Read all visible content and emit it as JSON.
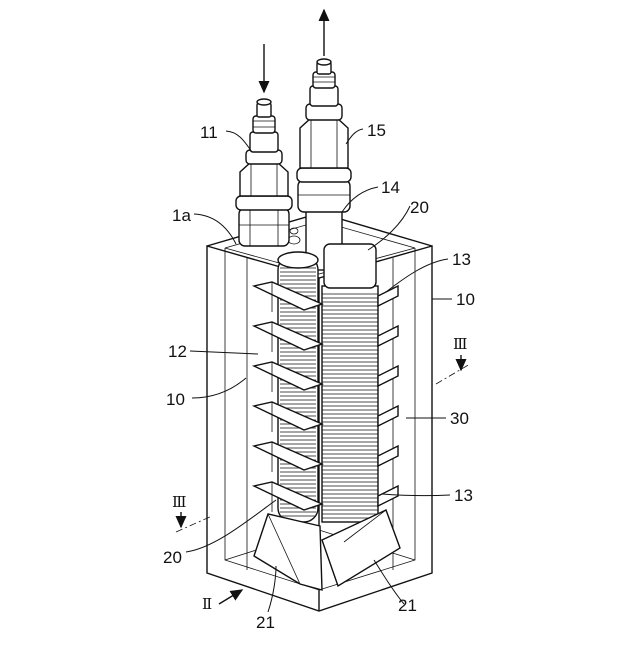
{
  "labels": {
    "l11": "11",
    "l15": "15",
    "l14": "14",
    "l1a": "1a",
    "l20_top": "20",
    "l13_top": "13",
    "l10_right": "10",
    "l12": "12",
    "l10_left": "10",
    "l30": "30",
    "lIII_right": "Ⅲ",
    "lIII_left": "Ⅲ",
    "l13_bottom": "13",
    "l20_bottom": "20",
    "lII": "Ⅱ",
    "l21_left": "21",
    "l21_right": "21"
  },
  "colors": {
    "line": "#111111",
    "background": "#ffffff"
  }
}
